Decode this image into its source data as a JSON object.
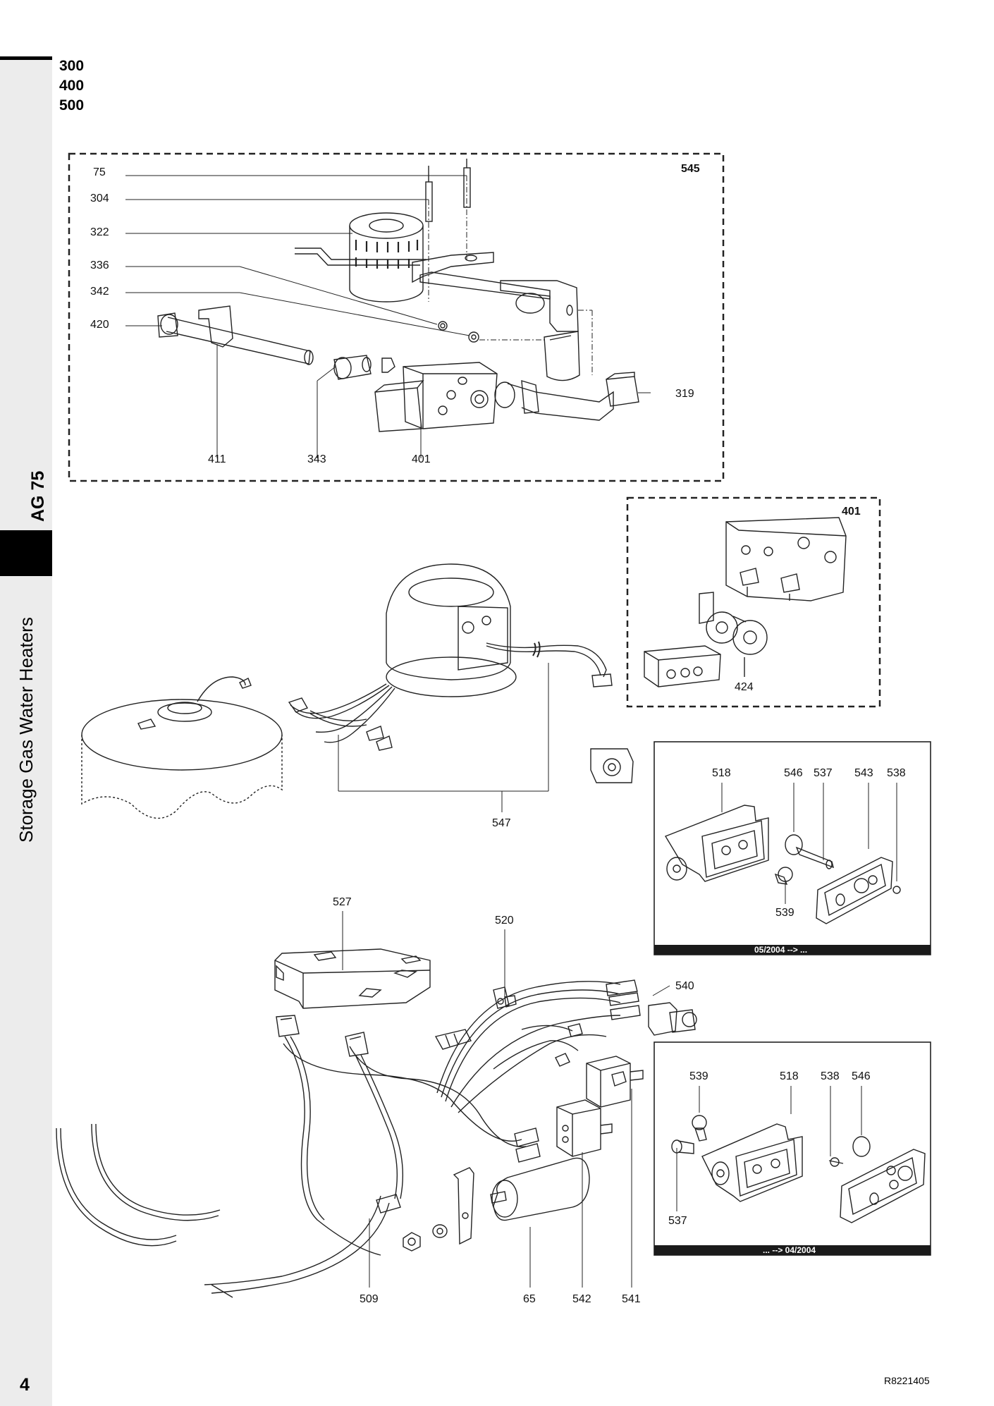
{
  "header": {
    "models": [
      "300",
      "400",
      "500"
    ]
  },
  "sidebar": {
    "model": "AG 75",
    "category": "Storage Gas Water Heaters"
  },
  "footer": {
    "page_number": "4",
    "doc_ref": "R8221405"
  },
  "panel_545": {
    "title": "545",
    "labels": {
      "p75": "75",
      "p304": "304",
      "p322": "322",
      "p336": "336",
      "p342": "342",
      "p420": "420",
      "p319": "319",
      "p411": "411",
      "p343": "343",
      "p401": "401"
    }
  },
  "panel_401": {
    "title": "401",
    "labels": {
      "p424": "424"
    }
  },
  "harness": {
    "labels": {
      "p547": "547"
    }
  },
  "box_new": {
    "labels": {
      "p518": "518",
      "p546": "546",
      "p537": "537",
      "p543": "543",
      "p538": "538",
      "p539": "539"
    },
    "date": "05/2004 --> ..."
  },
  "box_old": {
    "labels": {
      "p539": "539",
      "p518": "518",
      "p538": "538",
      "p546": "546",
      "p537": "537"
    },
    "date": "... --> 04/2004"
  },
  "lower": {
    "labels": {
      "p527": "527",
      "p520": "520",
      "p540": "540",
      "p509": "509",
      "p65": "65",
      "p542": "542",
      "p541": "541"
    }
  }
}
